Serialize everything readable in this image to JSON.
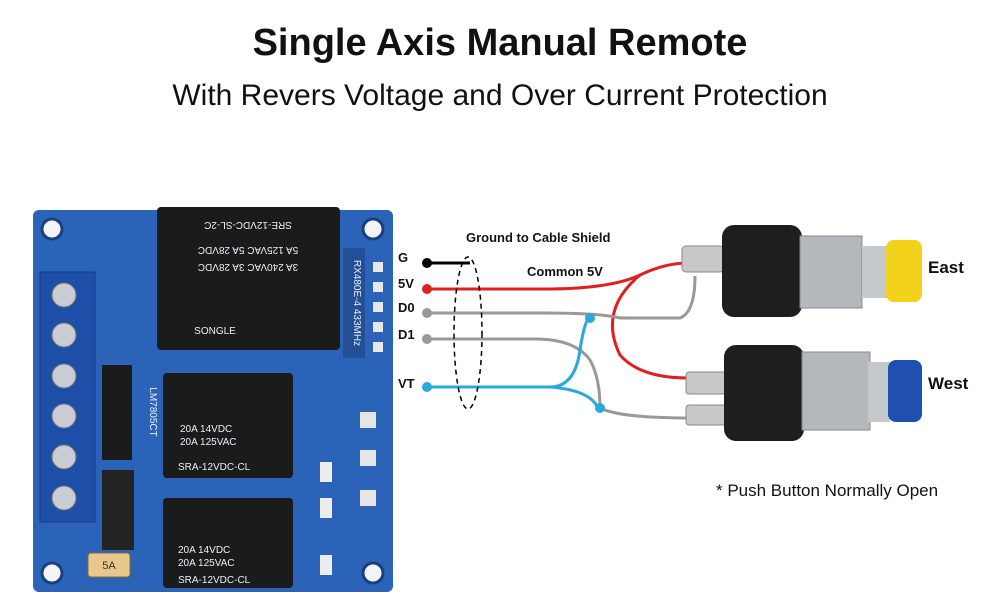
{
  "title": "Single Axis Manual Remote",
  "subtitle": "With Revers Voltage and Over Current Protection",
  "pins": [
    {
      "label": "G",
      "color": "#000000"
    },
    {
      "label": "5V",
      "color": "#e02020"
    },
    {
      "label": "D0",
      "color": "#999999"
    },
    {
      "label": "D1",
      "color": "#999999"
    },
    {
      "label": "VT",
      "color": "#2aa8dc"
    }
  ],
  "annotations": {
    "shield": "Ground to Cable Shield",
    "common": "Common 5V",
    "note": "* Push  Button Normally Open"
  },
  "buttons": [
    {
      "label": "East",
      "cap_color": "#f2d21a"
    },
    {
      "label": "West",
      "cap_color": "#1f4fb0"
    }
  ],
  "board": {
    "relay_main_1": "SRE-12VDC-SL-2C",
    "relay_main_2": "5A 125VAC   5A 28VDC",
    "relay_main_3": "3A 240VAC   3A 28VDC",
    "relay_brand": "SONGLE",
    "relay_small_1": "SRA-12VDC-CL",
    "relay_small_2": "20A 14VDC",
    "relay_small_3": "20A 125VAC",
    "relay_small_4": "SRA-12VDC-CL",
    "receiver": "RX480E-4  433MHz",
    "regulator": "LM7805CT",
    "fuse": "5A"
  },
  "colors": {
    "board_blue": "#2a63b8",
    "terminal_blue": "#1e4fa8",
    "relay_black": "#1b1b1b",
    "wire_red": "#e02020",
    "wire_gray": "#999999",
    "wire_blue": "#2aa8dc",
    "wire_black": "#000000"
  }
}
